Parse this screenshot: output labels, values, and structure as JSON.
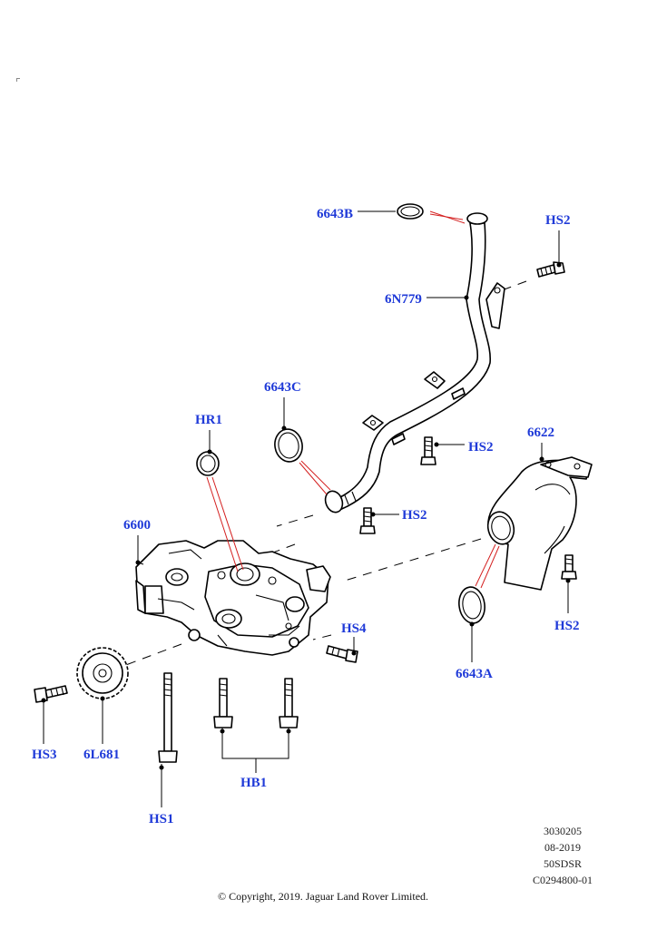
{
  "callouts": {
    "c_6643B": "6643B",
    "c_HS2_top": "HS2",
    "c_6N779": "6N779",
    "c_6643C": "6643C",
    "c_HR1": "HR1",
    "c_HS2_mid": "HS2",
    "c_HS2_low": "HS2",
    "c_6622": "6622",
    "c_6600": "6600",
    "c_HS4": "HS4",
    "c_HS2_right": "HS2",
    "c_6643A": "6643A",
    "c_HS3": "HS3",
    "c_6L681": "6L681",
    "c_HS1": "HS1",
    "c_HB1": "HB1"
  },
  "meta": {
    "code": "3030205",
    "date": "08-2019",
    "model": "50SDSR",
    "ref": "C0294800-01"
  },
  "copyright": "© Copyright, 2019. Jaguar Land Rover Limited.",
  "colors": {
    "callout": "#1f3ad8",
    "highlight_leader": "#d42020",
    "line": "#000000"
  }
}
